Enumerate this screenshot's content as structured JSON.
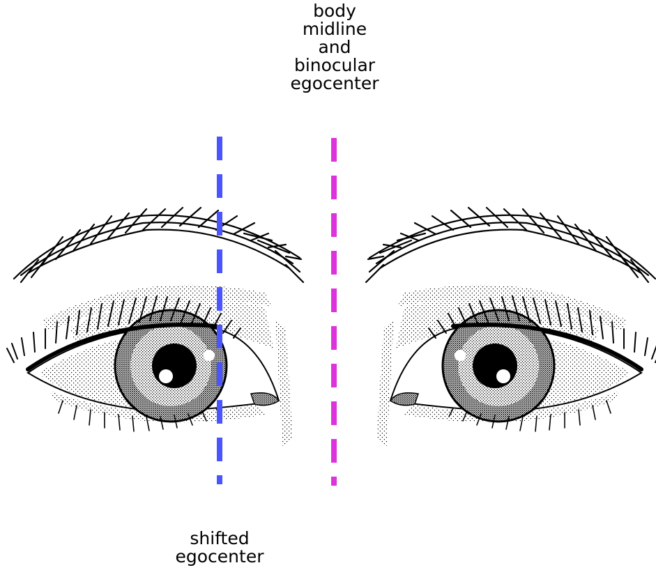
{
  "labels": {
    "midline": "body\nmidline\nand\nbinocular\negocenter",
    "shifted": "shifted\negocenter"
  },
  "lines": {
    "midline": {
      "color": "#dd33dd",
      "meaning": "body midline and binocular egocenter"
    },
    "shifted": {
      "color": "#4a55ff",
      "meaning": "shifted egocenter"
    }
  },
  "illustration": {
    "left_eye": "eye-illustration",
    "right_eye": "eye-illustration"
  }
}
